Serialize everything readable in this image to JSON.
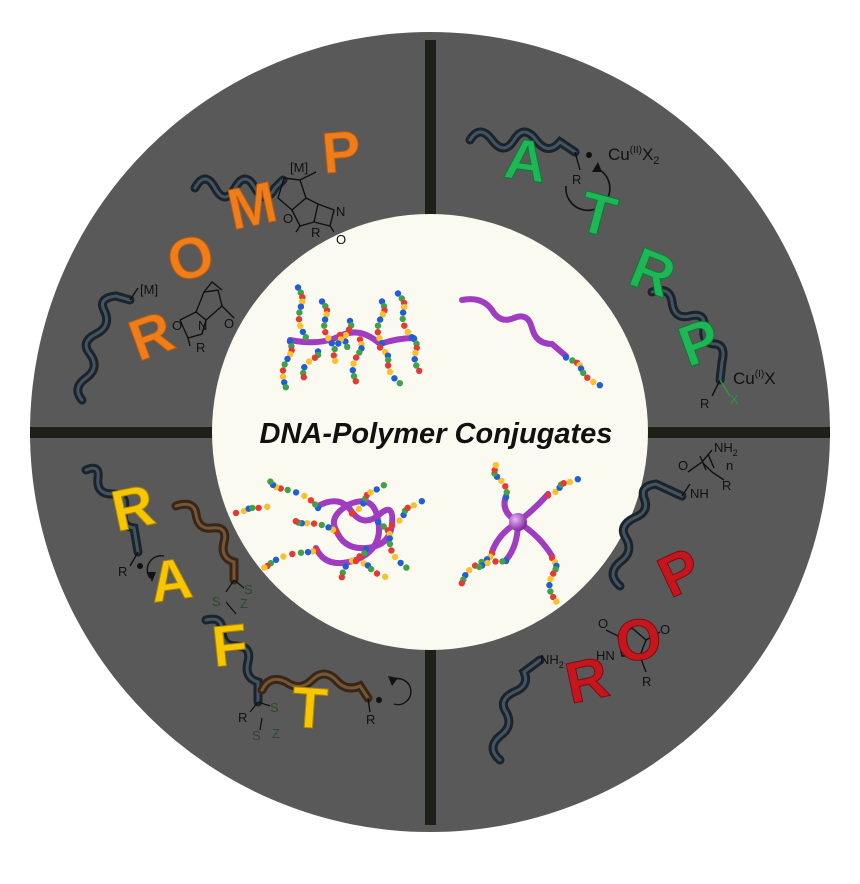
{
  "title": "DNA-Polymer Conjugates",
  "colors": {
    "background": "#ffffff",
    "outer_ring": "#595959",
    "dividers": "#1d2016",
    "center": "#fbfaf0",
    "romp": "#ef7d19",
    "atrp": "#1fb655",
    "rop": "#c4161c",
    "raft": "#f7c600",
    "polymer_dark": "#26333f",
    "polymer_brown": "#5a3e24",
    "dna_polymer": "#b04fd0"
  },
  "quadrants": {
    "romp": {
      "letters": [
        "R",
        "O",
        "M",
        "P"
      ],
      "labels": {
        "metal_top": "[M]",
        "metal_left": "[M]",
        "r_top": "R",
        "r_left": "R",
        "o1": "O",
        "o2": "O",
        "o3": "O",
        "o4": "O",
        "n1": "N",
        "n2": "N"
      }
    },
    "atrp": {
      "letters": [
        "A",
        "T",
        "R",
        "P"
      ],
      "labels": {
        "cu_top": "Cu(II)X2",
        "cu_top_main": "Cu",
        "cu_top_sup": "(II)",
        "cu_top_tail": "X",
        "cu_top_sub": "2",
        "cu_bottom_main": "Cu",
        "cu_bottom_sup": "(I)",
        "cu_bottom_tail": "X",
        "r_top": "R",
        "r_bottom": "R",
        "x_bottom": "X"
      }
    },
    "rop": {
      "letters": [
        "R",
        "O",
        "P"
      ],
      "labels": {
        "nh2_top": "NH2",
        "nh2_main": "NH",
        "nh2_sub": "2",
        "nh2_bottom": "NH2",
        "nh": "NH",
        "hn": "HN",
        "r_top": "R",
        "r_bottom": "R",
        "n": "n",
        "o1": "O",
        "o2": "O",
        "o3": "O"
      }
    },
    "raft": {
      "letters": [
        "R",
        "A",
        "F",
        "T"
      ],
      "labels": {
        "r_left": "R",
        "r_mid": "R",
        "r_right": "R",
        "s1": "S",
        "s2": "S",
        "s3": "S",
        "s4": "S",
        "z1": "Z",
        "z2": "Z"
      }
    }
  }
}
